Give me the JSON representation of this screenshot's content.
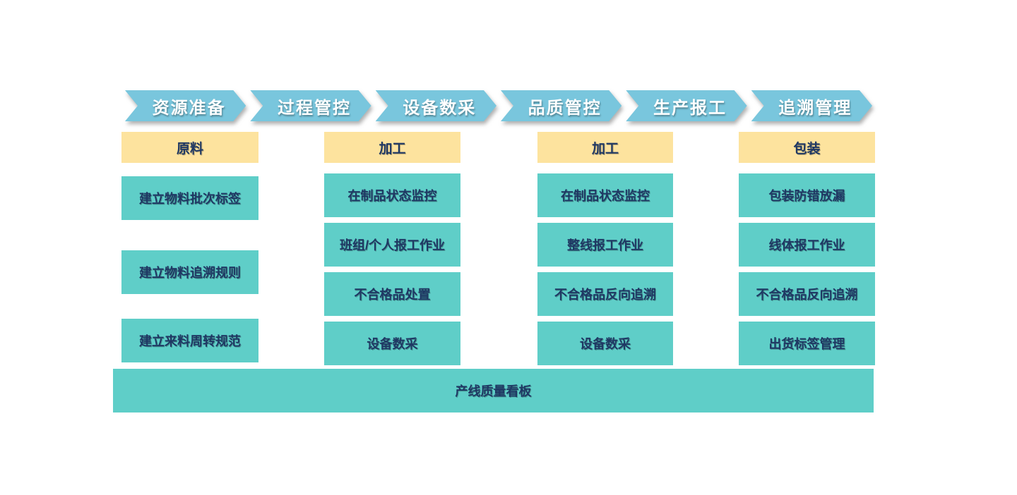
{
  "banner": {
    "steps": [
      "资源准备",
      "过程管控",
      "设备数采",
      "品质管控",
      "生产报工",
      "追溯管理"
    ]
  },
  "columns": [
    {
      "header": "原料",
      "items": [
        "建立物料批次标签",
        "建立物料追溯规则",
        "建立来料周转规范"
      ]
    },
    {
      "header": "加工",
      "items": [
        "在制品状态监控",
        "班组/个人报工作业",
        "不合格品处置",
        "设备数采"
      ]
    },
    {
      "header": "加工",
      "items": [
        "在制品状态监控",
        "整线报工作业",
        "不合格品反向追溯",
        "设备数采"
      ]
    },
    {
      "header": "包装",
      "items": [
        "包装防错放漏",
        "线体报工作业",
        "不合格品反向追溯",
        "出货标签管理"
      ]
    }
  ],
  "footer": {
    "label": "产线质量看板"
  },
  "colors": {
    "arrow_blue": "#79C6DD",
    "box_teal": "#5FCEC8",
    "header_yellow": "#FDE39E",
    "text_navy": "#1F3864",
    "text_white": "#FFFFFF"
  }
}
